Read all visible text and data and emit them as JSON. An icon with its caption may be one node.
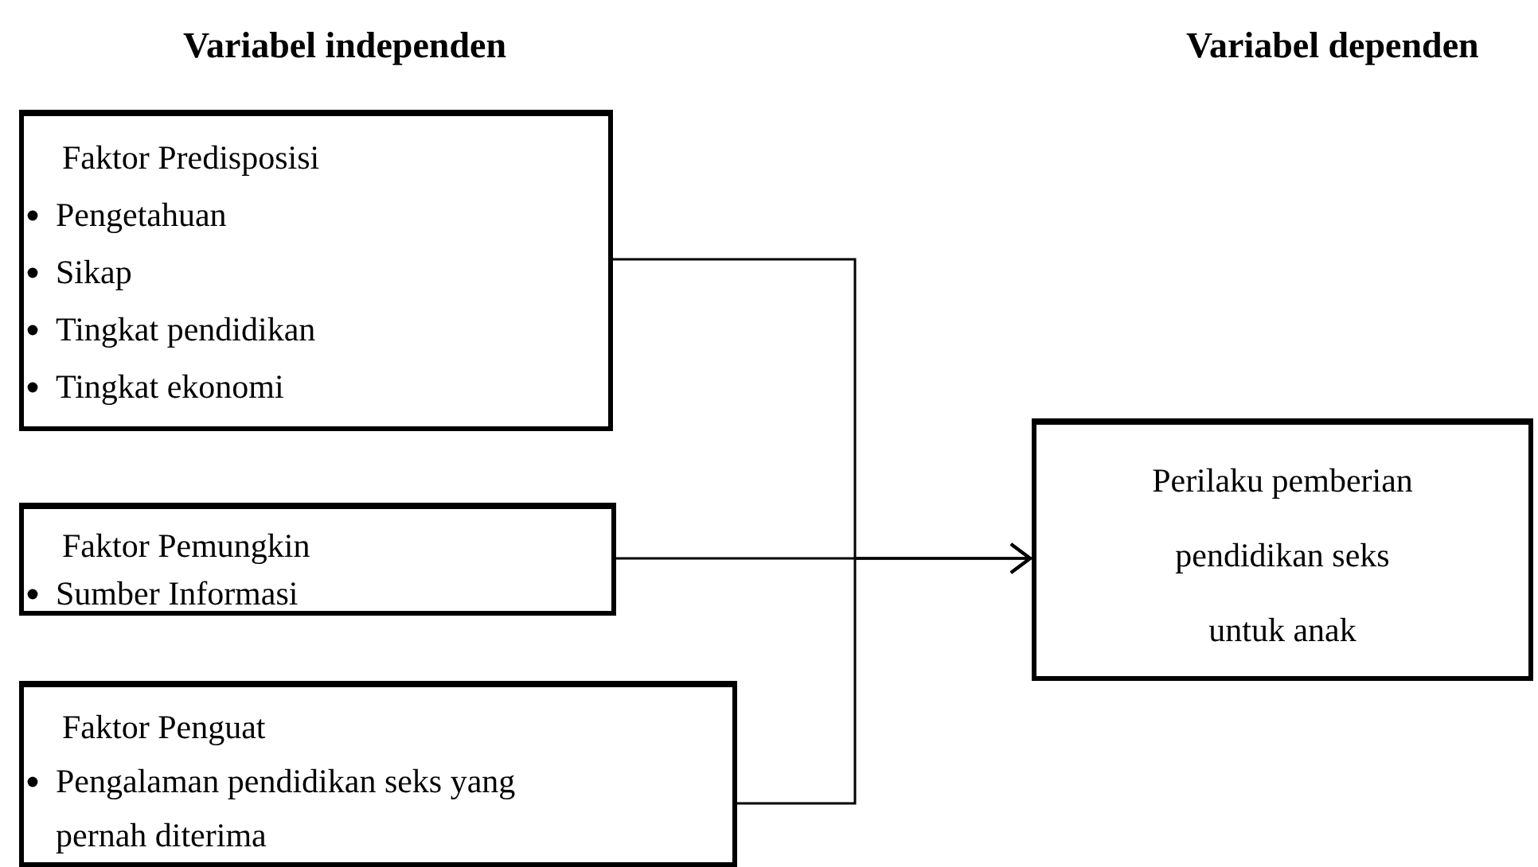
{
  "diagram": {
    "nodes": [
      {
        "text": [
          "Faktor Predisposisi",
          "Pengetahuan",
          "Sikap",
          "Tingkat pendidikan",
          "Tingkat ekonomi"
        ]
      },
      {
        "text": [
          "Faktor Pemungkin",
          "Sumber Informasi"
        ]
      },
      {
        "text": [
          "Faktor Penguat",
          "Pengalaman pendidikan seks yang pernah diterima"
        ]
      },
      {
        "text": [
          "Perilaku pemberian pendidikan seks untuk anak"
        ]
      }
    ],
    "edges": [
      {
        "from": 0,
        "to": 3,
        "arrow": "to"
      },
      {
        "from": 1,
        "to": 3,
        "arrow": "to"
      },
      {
        "from": 2,
        "to": 3,
        "arrow": "to"
      }
    ],
    "labels": [
      "Variabel independen",
      "Variabel dependen"
    ]
  }
}
